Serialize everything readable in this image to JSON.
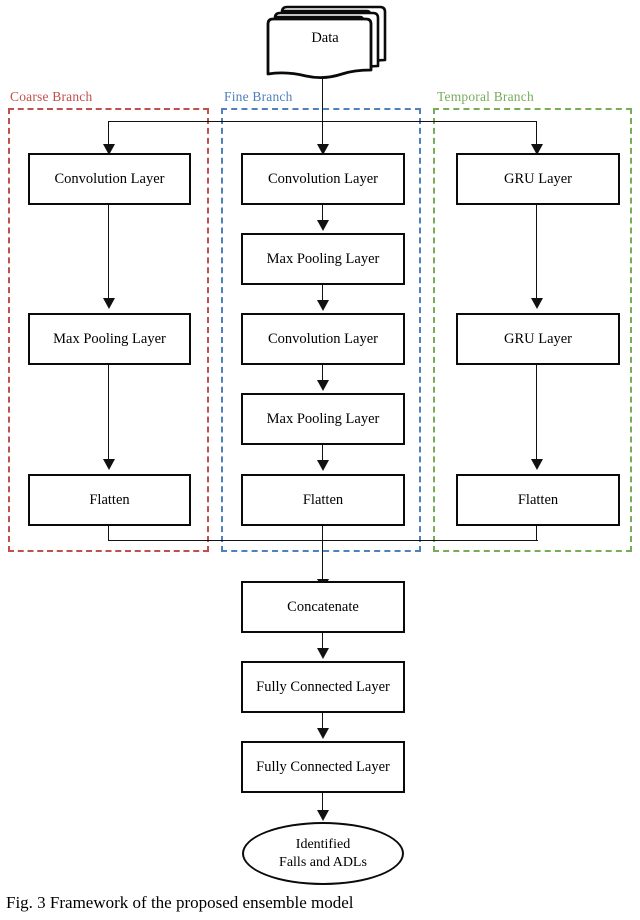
{
  "figure": {
    "caption": "Fig. 3 Framework of the proposed ensemble model",
    "input_node": "Data",
    "output_node_line1": "Identified",
    "output_node_line2": "Falls and ADLs"
  },
  "colors": {
    "coarse": "#c0504d",
    "fine": "#4f81bd",
    "temporal": "#77ac5a",
    "stroke": "#0a0a0a",
    "background": "#ffffff"
  },
  "branches": [
    {
      "id": "coarse",
      "label": "Coarse Branch",
      "color": "#c0504d",
      "nodes": [
        "Convolution Layer",
        "Max Pooling Layer",
        "Flatten"
      ]
    },
    {
      "id": "fine",
      "label": "Fine Branch",
      "color": "#4f81bd",
      "nodes": [
        "Convolution Layer",
        "Max Pooling Layer",
        "Convolution Layer",
        "Max Pooling Layer",
        "Flatten"
      ]
    },
    {
      "id": "temporal",
      "label": "Temporal Branch",
      "color": "#77ac5a",
      "nodes": [
        "GRU Layer",
        "GRU Layer",
        "Flatten"
      ]
    }
  ],
  "merge_nodes": [
    "Concatenate",
    "Fully Connected Layer",
    "Fully Connected Layer"
  ],
  "chart_data": {
    "type": "diagram",
    "title": "Framework of the proposed ensemble model",
    "nodes": [
      {
        "id": "data",
        "label": "Data",
        "shape": "multi-document"
      },
      {
        "id": "c1",
        "label": "Convolution Layer",
        "branch": "coarse"
      },
      {
        "id": "c2",
        "label": "Max Pooling Layer",
        "branch": "coarse"
      },
      {
        "id": "c3",
        "label": "Flatten",
        "branch": "coarse"
      },
      {
        "id": "f1",
        "label": "Convolution Layer",
        "branch": "fine"
      },
      {
        "id": "f2",
        "label": "Max Pooling Layer",
        "branch": "fine"
      },
      {
        "id": "f3",
        "label": "Convolution Layer",
        "branch": "fine"
      },
      {
        "id": "f4",
        "label": "Max Pooling Layer",
        "branch": "fine"
      },
      {
        "id": "f5",
        "label": "Flatten",
        "branch": "fine"
      },
      {
        "id": "t1",
        "label": "GRU Layer",
        "branch": "temporal"
      },
      {
        "id": "t2",
        "label": "GRU Layer",
        "branch": "temporal"
      },
      {
        "id": "t3",
        "label": "Flatten",
        "branch": "temporal"
      },
      {
        "id": "m1",
        "label": "Concatenate"
      },
      {
        "id": "m2",
        "label": "Fully Connected Layer"
      },
      {
        "id": "m3",
        "label": "Fully Connected Layer"
      },
      {
        "id": "out",
        "label": "Identified Falls and ADLs",
        "shape": "terminator"
      }
    ],
    "edges": [
      {
        "from": "data",
        "to": "c1"
      },
      {
        "from": "data",
        "to": "f1"
      },
      {
        "from": "data",
        "to": "t1"
      },
      {
        "from": "c1",
        "to": "c2"
      },
      {
        "from": "c2",
        "to": "c3"
      },
      {
        "from": "f1",
        "to": "f2"
      },
      {
        "from": "f2",
        "to": "f3"
      },
      {
        "from": "f3",
        "to": "f4"
      },
      {
        "from": "f4",
        "to": "f5"
      },
      {
        "from": "t1",
        "to": "t2"
      },
      {
        "from": "t2",
        "to": "t3"
      },
      {
        "from": "c3",
        "to": "m1"
      },
      {
        "from": "f5",
        "to": "m1"
      },
      {
        "from": "t3",
        "to": "m1"
      },
      {
        "from": "m1",
        "to": "m2"
      },
      {
        "from": "m2",
        "to": "m3"
      },
      {
        "from": "m3",
        "to": "out"
      }
    ]
  }
}
